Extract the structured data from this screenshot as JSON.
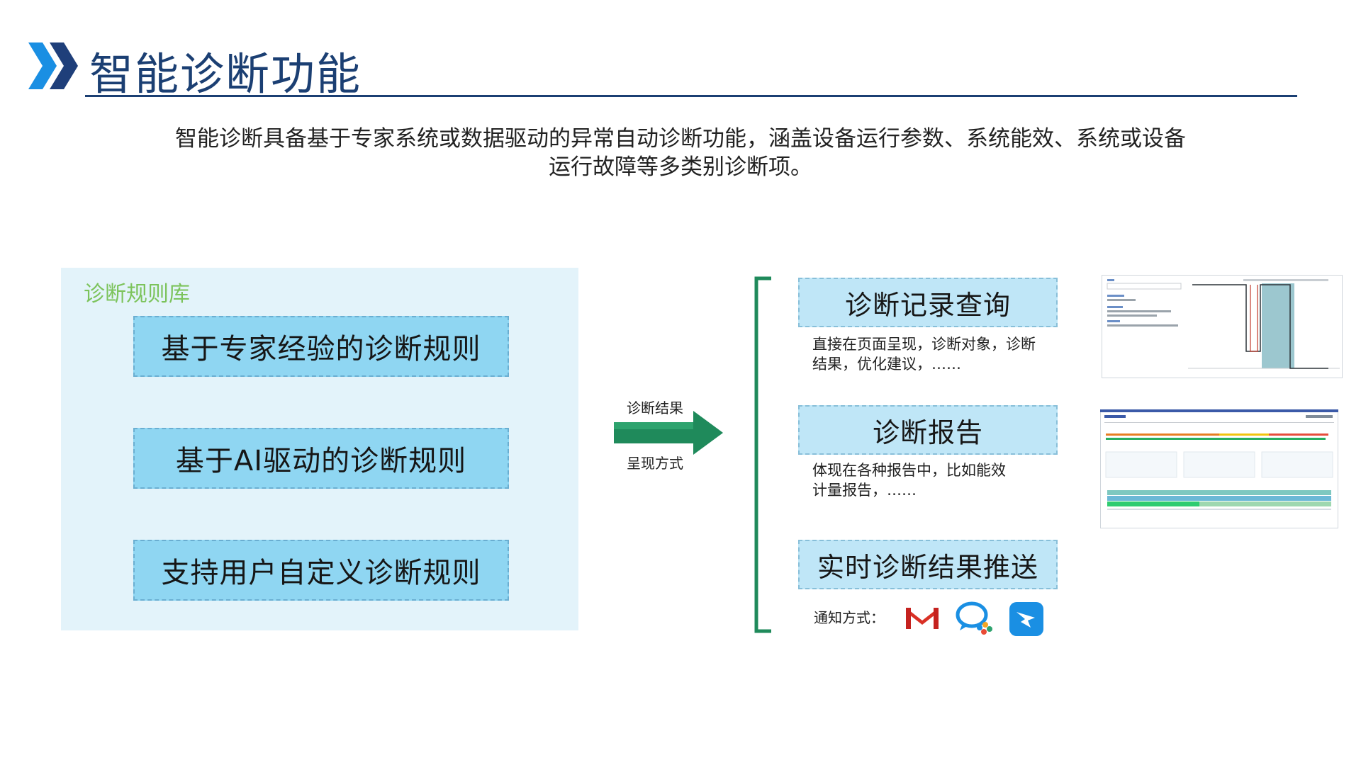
{
  "header": {
    "title": "智能诊断功能"
  },
  "intro": {
    "line1": "智能诊断具备基于专家系统或数据驱动的异常自动诊断功能，涵盖设备运行参数、系统能效、系统或设备",
    "line2": "运行故障等多类别诊断项。"
  },
  "library": {
    "title": "诊断规则库",
    "rules": [
      "基于专家经验的诊断规则",
      "基于AI驱动的诊断规则",
      "支持用户自定义诊断规则"
    ]
  },
  "arrow": {
    "top_label": "诊断结果",
    "bottom_label": "呈现方式"
  },
  "methods": [
    {
      "title": "诊断记录查询",
      "desc_line1": "直接在页面呈现，诊断对象，诊断",
      "desc_line2": "结果，优化建议，……"
    },
    {
      "title": "诊断报告",
      "desc_line1": "体现在各种报告中，比如能效",
      "desc_line2": "计量报告，……"
    },
    {
      "title": "实时诊断结果推送"
    }
  ],
  "notify": {
    "label": "通知方式：",
    "icons": [
      "gmail-icon",
      "wechat-work-icon",
      "dingtalk-icon"
    ]
  },
  "colors": {
    "title_blue": "#1b3f73",
    "chevron_blue": "#1a8fe3",
    "panel_bg": "#e3f3fa",
    "rule_box": "#8fd6f2",
    "method_box": "#bfe6f7",
    "library_title_green": "#7cc35b",
    "arrow_green": "#1f8a5b"
  }
}
